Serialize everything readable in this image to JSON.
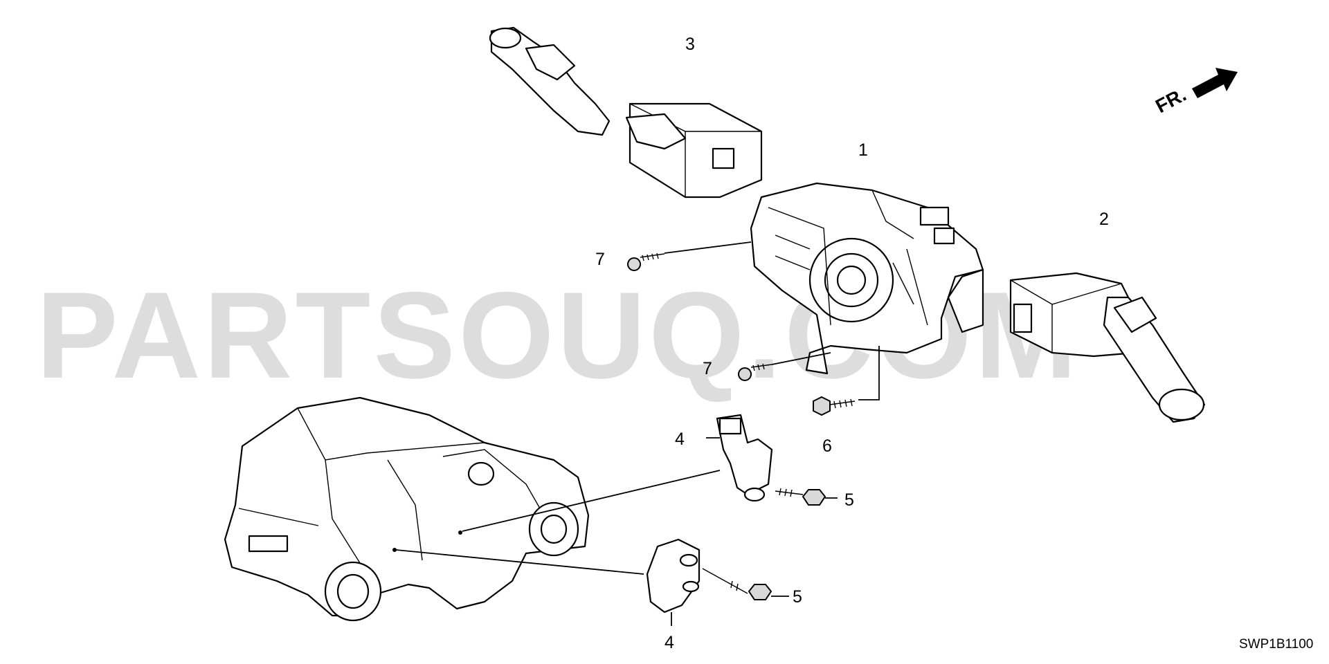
{
  "watermark": "PARTSOUQ.COM",
  "direction_label": "FR.",
  "diagram_code": "SWP1B1100",
  "callouts": {
    "c1": "1",
    "c2": "2",
    "c3": "3",
    "c4a": "4",
    "c4b": "4",
    "c5a": "5",
    "c5b": "5",
    "c6": "6",
    "c7a": "7",
    "c7b": "7"
  }
}
